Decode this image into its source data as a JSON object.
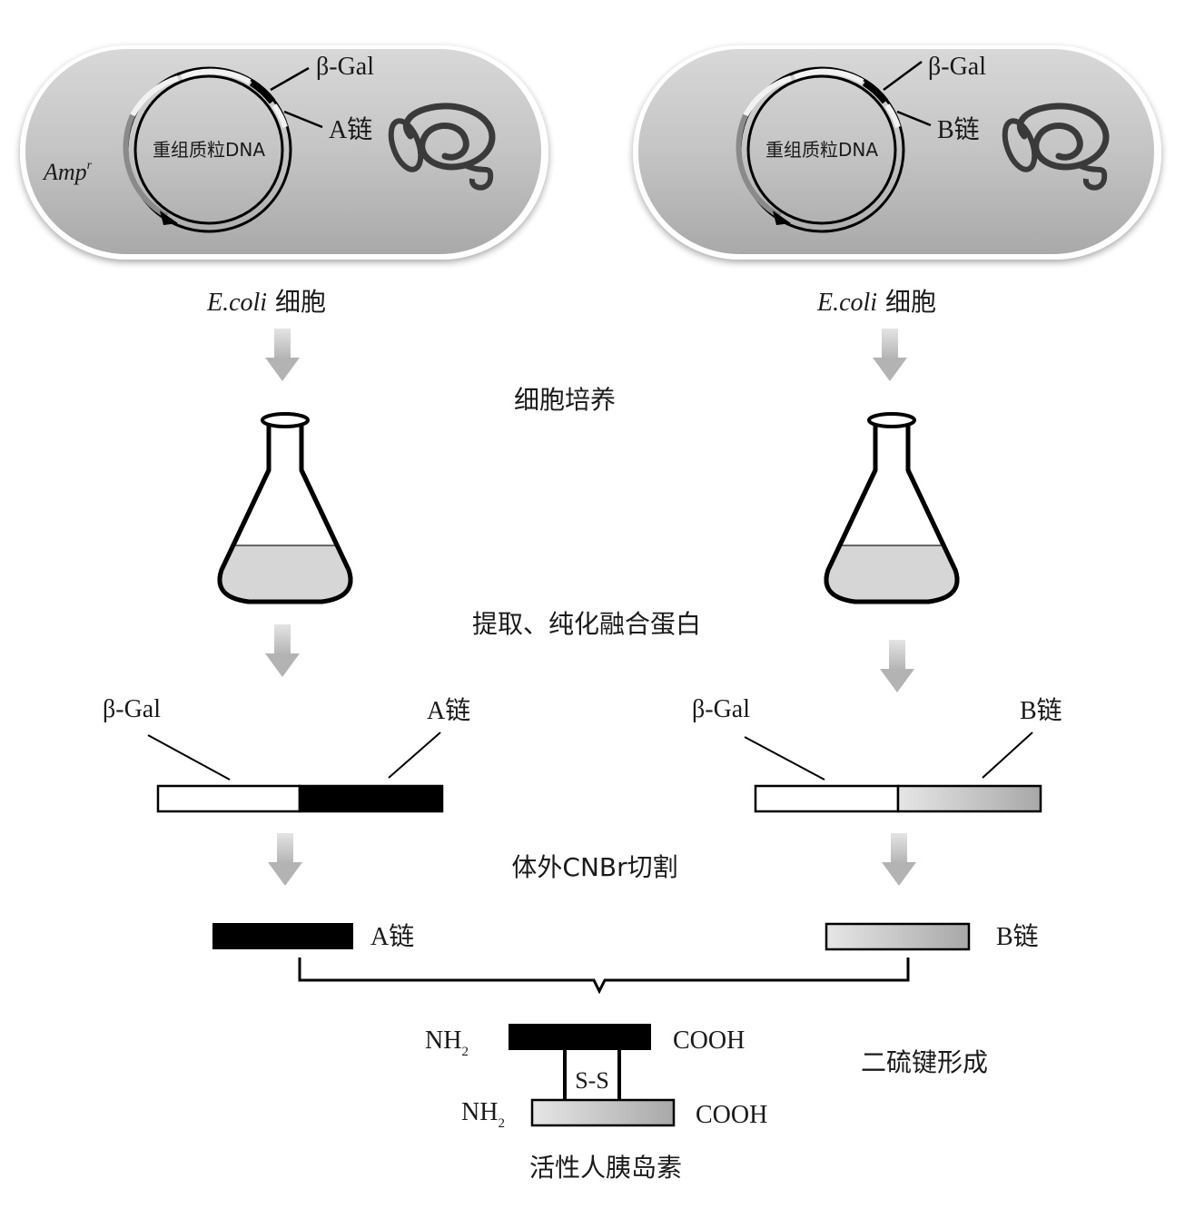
{
  "left": {
    "cell": {
      "beta_gal": "β-Gal",
      "chain": "A链",
      "plasmid": "重组质粒DNA",
      "amp": "Amp",
      "amp_sup": "r"
    },
    "cell_label_italic": "E.coli",
    "cell_label_cn": " 细胞",
    "fusion": {
      "beta_gal": "β-Gal",
      "chain": "A链"
    },
    "chain_label": "A链"
  },
  "right": {
    "cell": {
      "beta_gal": "β-Gal",
      "chain": "B链",
      "plasmid": "重组质粒DNA"
    },
    "cell_label_italic": "E.coli",
    "cell_label_cn": " 细胞",
    "fusion": {
      "beta_gal": "β-Gal",
      "chain": "B链"
    },
    "chain_label": "B链"
  },
  "steps": {
    "culture": "细胞培养",
    "extract": "提取、纯化融合蛋白",
    "cleave": "体外CNBr切割",
    "disulfide": "二硫键形成"
  },
  "insulin": {
    "nh2_top": "NH",
    "nh2_bottom": "NH",
    "sub2": "2",
    "cooh_top": "COOH",
    "cooh_bottom": "COOH",
    "ss": "S-S",
    "title": "活性人胰岛素"
  },
  "colors": {
    "cell_bg": "#bdbdbd",
    "a_chain": "#000000",
    "b_chain": "#c4c4c4",
    "arrow": "#bdbdbd"
  }
}
